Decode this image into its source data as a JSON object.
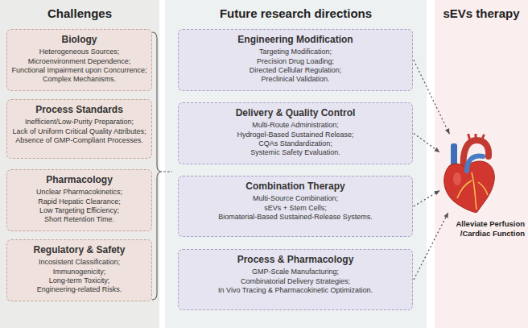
{
  "diagram": {
    "nodes": [
      {
        "text": [
          "Challenges"
        ]
      },
      {
        "text": [
          "Biology",
          "Heterogeneous Sources; Microenvironment Dependence; Functional Impairment upon Concurrence; Complex Mechanisms."
        ],
        "in": 0
      },
      {
        "text": [
          "Process Standards",
          "Inefficient/Low-Purity Preparation; Lack of Uniform Critical Quality Attributes; Absence of GMP-Compliant Processes."
        ],
        "in": 0
      },
      {
        "text": [
          "Pharmacology",
          "Unclear Pharmacokinetics; Rapid Hepatic Clearance; Low Targeting Efficiency; Short Retention Time."
        ],
        "in": 0
      },
      {
        "text": [
          "Regulatory & Safety",
          "Incosistent Classification; Immunogenicity; Long-term Toxicity; Engineering-related Risks."
        ],
        "in": 0
      },
      {
        "text": [
          "Future research directions"
        ]
      },
      {
        "text": [
          "Engineering Modification",
          "Targeting Modification; Precision Drug Loading; Directed Cellular Regulation; Preclinical Validation."
        ],
        "in": 5
      },
      {
        "text": [
          "Delivery & Quality Control",
          "Multi-Route Administration; Hydrogel-Based Sustained Release; CQAs Standardization; Systemic Safety Evaluation."
        ],
        "in": 5
      },
      {
        "text": [
          "Combination Therapy",
          "Multi-Source Combination; sEVs + Stem Cells; Biomaterial-Based Sustained-Release Systems."
        ],
        "in": 5
      },
      {
        "text": [
          "Process & Pharmacology",
          "GMP-Scale Manufacturing; Combinatorial Delivery Strategies; In Vivo Tracing & Pharmacokinetic Optimization."
        ],
        "in": 5
      },
      {
        "text": [
          "sEVs therapy"
        ]
      },
      {
        "text": [
          "Alleviate Perfusion /Cardiac Function"
        ],
        "in": 10
      }
    ],
    "edges": [
      {
        "from": 6,
        "to": 11,
        "arrow": "to"
      },
      {
        "from": 7,
        "to": 11,
        "arrow": "to"
      },
      {
        "from": 8,
        "to": 11,
        "arrow": "to"
      },
      {
        "from": 9,
        "to": 11,
        "arrow": "to"
      }
    ]
  }
}
